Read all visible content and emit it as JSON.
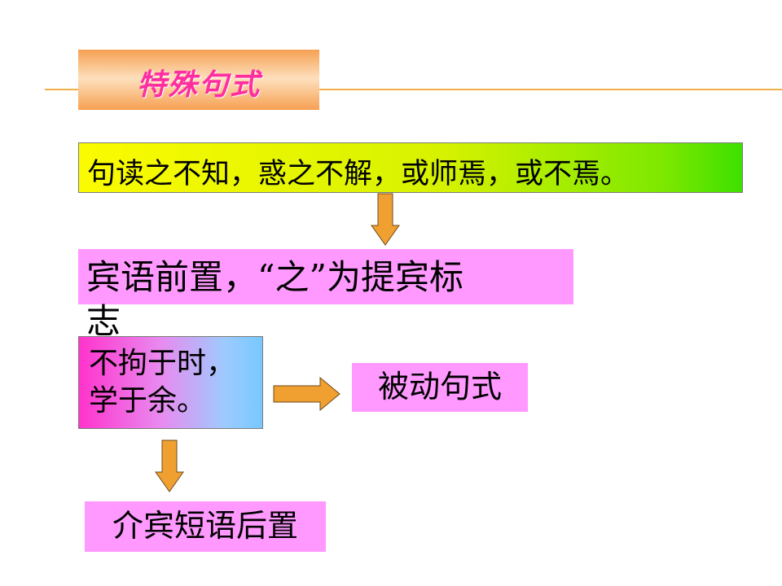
{
  "title": "特殊句式",
  "sentence": "句读之不知，惑之不解，或师焉，或不焉。",
  "object_preposing": {
    "line1": "宾语前置，“之”为提宾标",
    "line2": "志"
  },
  "example": {
    "line1": "不拘于时，",
    "line2": "学于余。"
  },
  "passive_label": "被动句式",
  "postposition_label": "介宾短语后置",
  "colors": {
    "title_text": "#ff2ea0",
    "pink_box": "#ff99ff",
    "arrow_fill": "#f0a030",
    "rule": "#f0b04a"
  }
}
